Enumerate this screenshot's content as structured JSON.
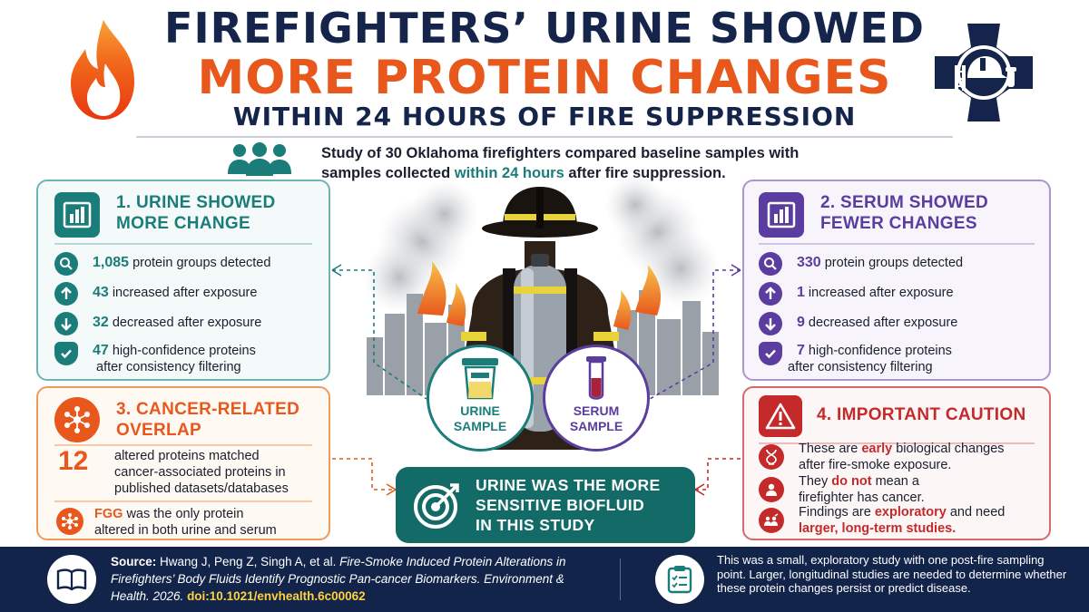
{
  "header": {
    "line1": "FIREFIGHTERS’ URINE SHOWED",
    "line2": "MORE PROTEIN CHANGES",
    "line3": "WITHIN 24 HOURS OF FIRE SUPPRESSION"
  },
  "study": {
    "text_part1": "Study of 30 Oklahoma firefighters compared baseline samples with samples collected ",
    "highlight": "within 24 hours",
    "text_part2": " after fire suppression."
  },
  "urine_panel": {
    "title_line1": "1. URINE SHOWED",
    "title_line2": "MORE CHANGE",
    "rows": [
      {
        "value": "1,085",
        "text": " protein groups detected",
        "icon": "search-icon"
      },
      {
        "value": "43",
        "text": " increased after exposure",
        "icon": "arrow-up-icon"
      },
      {
        "value": "32",
        "text": " decreased after exposure",
        "icon": "arrow-down-icon"
      },
      {
        "value": "47",
        "text": " high-confidence proteins",
        "text2": "after consistency filtering",
        "icon": "shield-check-icon"
      }
    ]
  },
  "serum_panel": {
    "title_line1": "2. SERUM SHOWED",
    "title_line2": "FEWER CHANGES",
    "rows": [
      {
        "value": "330",
        "text": " protein groups detected",
        "icon": "search-icon"
      },
      {
        "value": "1",
        "text": " increased after exposure",
        "icon": "arrow-up-icon"
      },
      {
        "value": "9",
        "text": " decreased after exposure",
        "icon": "arrow-down-icon"
      },
      {
        "value": "7",
        "text": " high-confidence proteins",
        "text2": "after consistency filtering",
        "icon": "shield-check-icon"
      }
    ]
  },
  "cancer_panel": {
    "title_line1": "3. CANCER-RELATED",
    "title_line2": "OVERLAP",
    "count": "12",
    "count_text_1": "altered proteins matched",
    "count_text_2": "cancer-associated proteins in",
    "count_text_3": "published datasets/databases",
    "fgg_label": "FGG",
    "fgg_text_1": " was the only protein",
    "fgg_text_2": "altered in both urine and serum"
  },
  "caution_panel": {
    "title": "4. IMPORTANT CAUTION",
    "row1_a": "These are ",
    "row1_hl": "early",
    "row1_b": " biological changes",
    "row1_c": "after fire-smoke exposure.",
    "row2_a": "They ",
    "row2_hl": "do not",
    "row2_b": " mean a",
    "row2_c": "firefighter has cancer.",
    "row3_a": "Findings are ",
    "row3_hl": "exploratory",
    "row3_b": " and need",
    "row3_c": "larger, long-term studies."
  },
  "samples": {
    "urine_line1": "URINE",
    "urine_line2": "SAMPLE",
    "serum_line1": "SERUM",
    "serum_line2": "SAMPLE"
  },
  "banner": {
    "line1": "URINE WAS THE MORE",
    "line2": "SENSITIVE BIOFLUID",
    "line3": "IN THIS STUDY"
  },
  "footer": {
    "source_label": "Source:",
    "authors": " Hwang J, Peng Z, Singh A, et al. ",
    "article_title": "Fire-Smoke Induced Protein Alterations in Firefighters’ Body Fluids Identify Prognostic Pan-cancer Biomarkers.",
    "journal": " Environment & Health. 2026. ",
    "doi": "doi:10.1021/envhealth.6c00062",
    "note": "This was a small, exploratory study with one post-fire sampling point. Larger, longitudinal studies are needed to determine whether these protein changes persist or predict disease."
  },
  "colors": {
    "navy": "#14244a",
    "orange": "#e8581d",
    "teal": "#1b7d7a",
    "purple": "#5a3d9e",
    "red": "#c42a2a",
    "doi": "#ffd23c"
  }
}
